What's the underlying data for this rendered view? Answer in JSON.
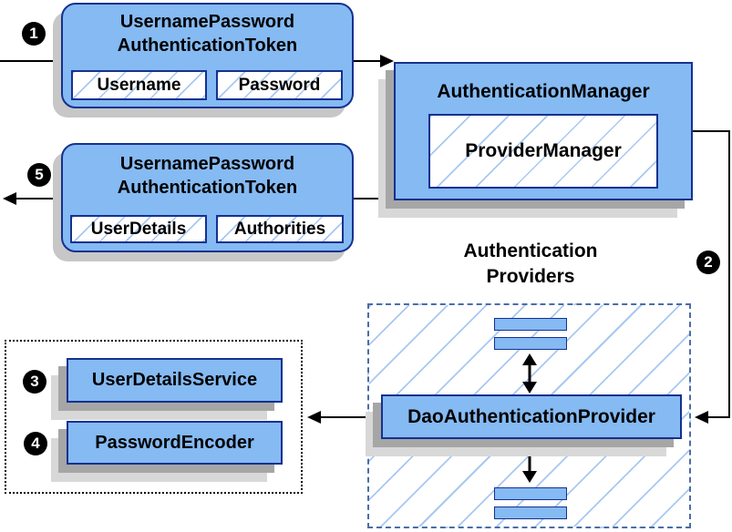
{
  "colors": {
    "node_fill": "#85baf3",
    "node_border": "#15318f",
    "hatch_line": "#a8c8f2",
    "dashed_border": "#4a6da8",
    "shadow_dark": "#a6a6a6",
    "shadow_light": "#d8d8d8",
    "connector": "#000000",
    "text": "#000000"
  },
  "markers": {
    "step1": "1",
    "step2": "2",
    "step3": "3",
    "step4": "4",
    "step5": "5"
  },
  "token_request": {
    "title_line1": "UsernamePassword",
    "title_line2": "AuthenticationToken",
    "field1": "Username",
    "field2": "Password"
  },
  "auth_manager": {
    "title": "AuthenticationManager",
    "inner": "ProviderManager"
  },
  "token_response": {
    "title_line1": "UsernamePassword",
    "title_line2": "AuthenticationToken",
    "field1": "UserDetails",
    "field2": "Authorities"
  },
  "providers_group": {
    "label_line1": "Authentication",
    "label_line2": "Providers",
    "provider": "DaoAuthenticationProvider"
  },
  "dao_dependencies": {
    "service1": "UserDetailsService",
    "service2": "PasswordEncoder"
  }
}
